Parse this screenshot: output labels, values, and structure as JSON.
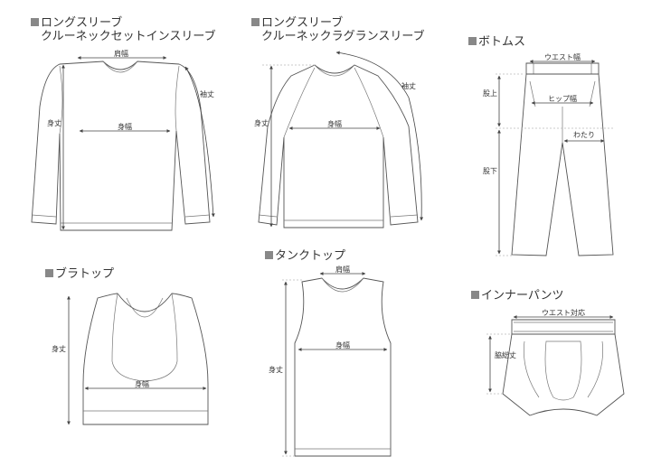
{
  "sections": {
    "crew_set_in": {
      "title_line1": "ロングスリーブ",
      "title_line2": "クルーネックセットインスリーブ"
    },
    "crew_raglan": {
      "title_line1": "ロングスリーブ",
      "title_line2": "クルーネックラグランスリーブ"
    },
    "bottoms": {
      "title": "ボトムス"
    },
    "bra_top": {
      "title": "ブラトップ"
    },
    "tank_top": {
      "title": "タンクトップ"
    },
    "inner_pants": {
      "title": "インナーパンツ"
    }
  },
  "labels": {
    "shoulder": "肩幅",
    "body_length": "身丈",
    "body_width": "身幅",
    "sleeve_length": "袖丈",
    "waist": "ウエスト幅",
    "rise": "股上",
    "hip": "ヒップ幅",
    "inseam": "股下",
    "thigh": "わたり",
    "waist_fit": "ウエスト対応",
    "side_length": "脇総丈"
  }
}
